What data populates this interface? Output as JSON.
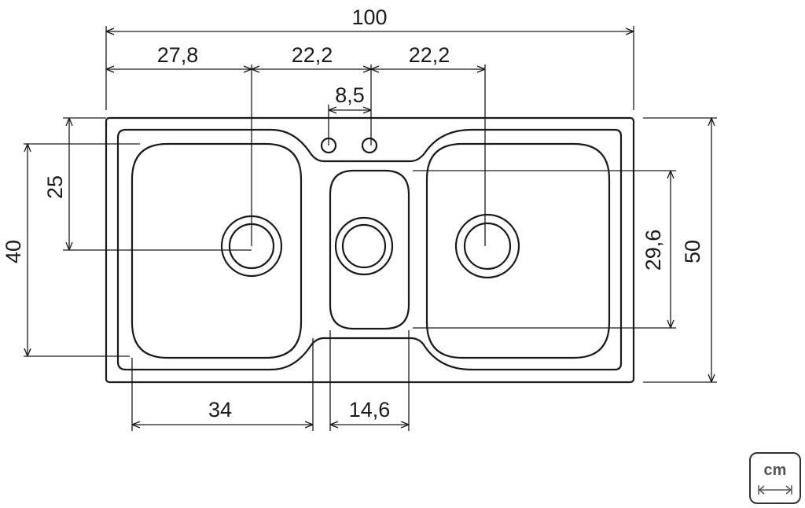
{
  "unit": {
    "label": "cm",
    "icon": "double-arrow-icon"
  },
  "dimensions": {
    "total_width": "100",
    "left_to_drain1": "27,8",
    "drain1_to_tap": "22,2",
    "tap_to_drain3": "22,2",
    "tap_spacing": "8,5",
    "deck_to_drain": "25",
    "left_basin_depth": "40",
    "right_basin_depth": "29,6",
    "total_depth": "50",
    "left_basin_width": "34",
    "middle_basin_width": "14,6"
  }
}
